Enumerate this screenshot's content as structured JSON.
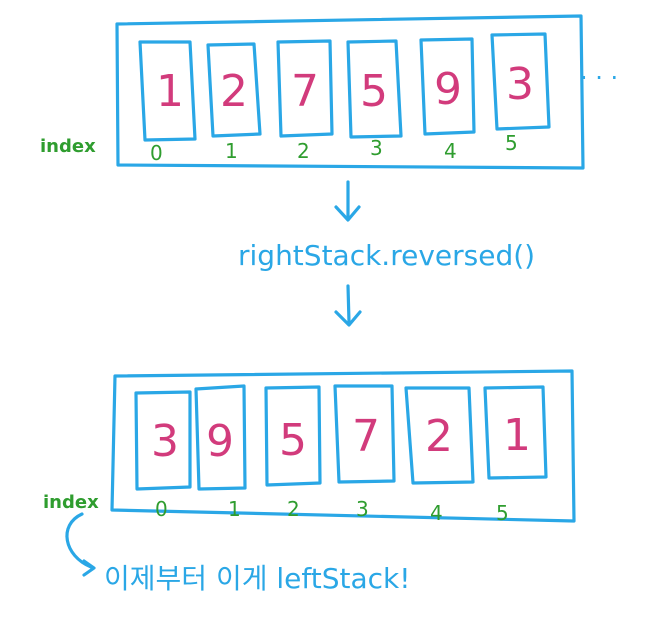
{
  "top_array": {
    "label": "index",
    "values": [
      "1",
      "2",
      "7",
      "5",
      "9",
      "3"
    ],
    "indices": [
      "0",
      "1",
      "2",
      "3",
      "4",
      "5"
    ],
    "ellipsis": "· · ·"
  },
  "operation": {
    "label": "rightStack.reversed()"
  },
  "bottom_array": {
    "label": "index",
    "values": [
      "3",
      "9",
      "5",
      "7",
      "2",
      "1"
    ],
    "indices": [
      "0",
      "1",
      "2",
      "3",
      "4",
      "5"
    ]
  },
  "note": {
    "text": "이제부터 이게 leftStack!"
  },
  "colors": {
    "box": "#2aa7e6",
    "value": "#d23b7c",
    "index": "#2f9d2f"
  }
}
